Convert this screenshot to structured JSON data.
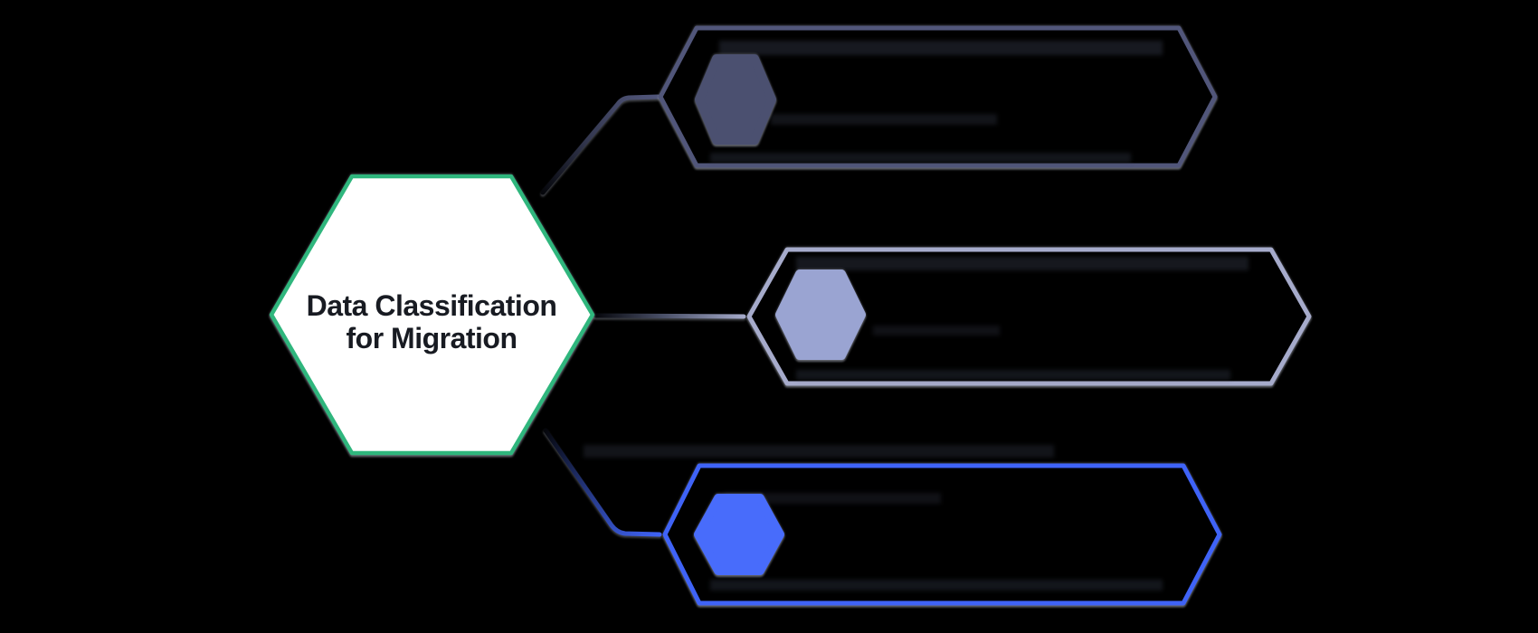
{
  "canvas": {
    "background_color": "#000000"
  },
  "center_node": {
    "label_line1": "Data Classification",
    "label_line2": "for Migration",
    "shape": "hexagon",
    "fill_color": "#ffffff",
    "border_color": "#2fb67d",
    "text_color": "#181b22"
  },
  "branches": [
    {
      "position": "top",
      "shape": "elongated-hexagon",
      "accent_color": "#51567a",
      "icon": "hexagon-icon",
      "icon_color": "#4b5070"
    },
    {
      "position": "middle",
      "shape": "elongated-hexagon",
      "accent_color": "#a6abcb",
      "icon": "hexagon-icon",
      "icon_color": "#9aa4d2"
    },
    {
      "position": "bottom",
      "shape": "elongated-hexagon",
      "accent_color": "#3f63f7",
      "icon": "hexagon-icon",
      "icon_color": "#486cfb"
    }
  ]
}
